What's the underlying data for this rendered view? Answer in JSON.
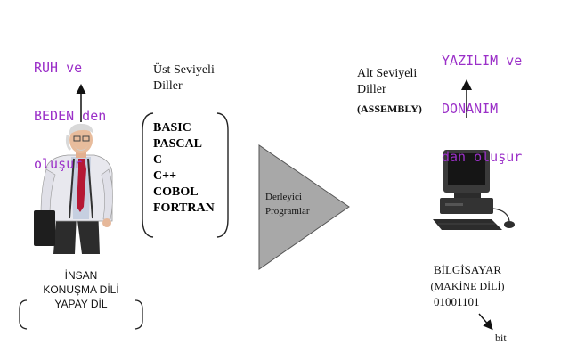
{
  "left_caption": {
    "line1": "RUH ve",
    "line2": "BEDEN den",
    "line3": "oluşur"
  },
  "right_caption": {
    "line1": "YAZILIM ve",
    "line2": "DONANIM",
    "line3": "dan oluşur"
  },
  "high_level": {
    "title_line1": "Üst Seviyeli",
    "title_line2": "Diller",
    "languages": [
      "BASIC",
      "PASCAL",
      "C",
      "C++",
      "COBOL",
      "FORTRAN"
    ]
  },
  "low_level": {
    "title_line1": "Alt Seviyeli",
    "title_line2": "Diller",
    "subtitle": "(ASSEMBLY)"
  },
  "compiler": {
    "line1": "Derleyici",
    "line2": "Programlar"
  },
  "human": {
    "line1": "İNSAN",
    "line2": "KONUŞMA DİLİ",
    "line3": "YAPAY DİL"
  },
  "computer": {
    "line1": "BİLGİSAYAR",
    "line2": "(MAKİNE DİLİ)",
    "binary": "01001101",
    "bit_label": "bit"
  },
  "colors": {
    "accent_purple": "#9b30c8",
    "triangle_fill": "#a8a8a8"
  },
  "icons": {
    "person": "businessman-illustration",
    "computer": "desktop-computer-illustration"
  }
}
